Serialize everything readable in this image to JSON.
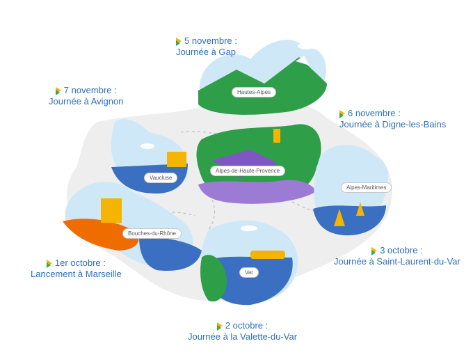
{
  "colors": {
    "caption": "#2d6fb8",
    "sky": "#cfe8f7",
    "sea": "#3a6fc1",
    "green": "#2e9e48",
    "road": "#ececec",
    "accent_yellow": "#f4b400",
    "accent_orange": "#ef6c00",
    "lavender": "#7e57c2"
  },
  "captions": [
    {
      "date": "5 novembre :",
      "text": "Journée à Gap"
    },
    {
      "date": "7 novembre :",
      "text": "Journée à Avignon"
    },
    {
      "date": "6 novembre :",
      "text": "Journée à Digne-les-Bains"
    },
    {
      "date": "3 octobre :",
      "text": "Journée à Saint-Laurent-du-Var"
    },
    {
      "date": "1er octobre :",
      "text": "Lancement à Marseille"
    },
    {
      "date": "2 octobre :",
      "text": "Journée à la Valette-du-Var"
    }
  ],
  "regions": [
    {
      "name": "Hautes-Alpes"
    },
    {
      "name": "Vaucluse"
    },
    {
      "name": "Alpes-de-Haute-Provence"
    },
    {
      "name": "Alpes-Maritimes"
    },
    {
      "name": "Bouches-du-Rhône"
    },
    {
      "name": "Var"
    }
  ]
}
